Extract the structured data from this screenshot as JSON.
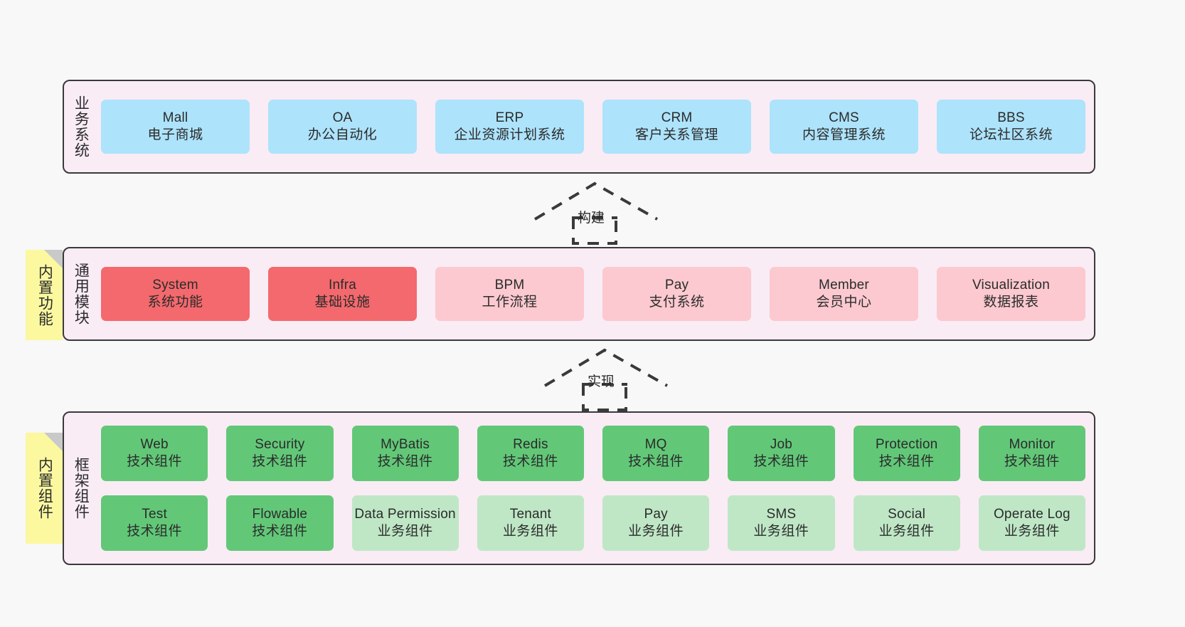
{
  "layers": [
    {
      "id": "business",
      "title": "业务系统",
      "rows": [
        {
          "nodes": [
            {
              "title": "Mall",
              "sub": "电子商城",
              "color": "blue"
            },
            {
              "title": "OA",
              "sub": "办公自动化",
              "color": "blue"
            },
            {
              "title": "ERP",
              "sub": "企业资源计划系统",
              "color": "blue"
            },
            {
              "title": "CRM",
              "sub": "客户关系管理",
              "color": "blue"
            },
            {
              "title": "CMS",
              "sub": "内容管理系统",
              "color": "blue"
            },
            {
              "title": "BBS",
              "sub": "论坛社区系统",
              "color": "blue"
            }
          ]
        }
      ]
    },
    {
      "id": "common",
      "title": "通用模块",
      "rows": [
        {
          "nodes": [
            {
              "title": "System",
              "sub": "系统功能",
              "color": "red"
            },
            {
              "title": "Infra",
              "sub": "基础设施",
              "color": "red"
            },
            {
              "title": "BPM",
              "sub": "工作流程",
              "color": "pink"
            },
            {
              "title": "Pay",
              "sub": "支付系统",
              "color": "pink"
            },
            {
              "title": "Member",
              "sub": "会员中心",
              "color": "pink"
            },
            {
              "title": "Visualization",
              "sub": "数据报表",
              "color": "pink"
            }
          ]
        }
      ]
    },
    {
      "id": "frame",
      "title": "框架组件",
      "rows": [
        {
          "nodes": [
            {
              "title": "Web",
              "sub": "技术组件",
              "color": "green"
            },
            {
              "title": "Security",
              "sub": "技术组件",
              "color": "green"
            },
            {
              "title": "MyBatis",
              "sub": "技术组件",
              "color": "green"
            },
            {
              "title": "Redis",
              "sub": "技术组件",
              "color": "green"
            },
            {
              "title": "MQ",
              "sub": "技术组件",
              "color": "green"
            },
            {
              "title": "Job",
              "sub": "技术组件",
              "color": "green"
            },
            {
              "title": "Protection",
              "sub": "技术组件",
              "color": "green"
            },
            {
              "title": "Monitor",
              "sub": "技术组件",
              "color": "green"
            }
          ]
        },
        {
          "nodes": [
            {
              "title": "Test",
              "sub": "技术组件",
              "color": "green"
            },
            {
              "title": "Flowable",
              "sub": "技术组件",
              "color": "green"
            },
            {
              "title": "Data Permission",
              "sub": "业务组件",
              "color": "lgreen"
            },
            {
              "title": "Tenant",
              "sub": "业务组件",
              "color": "lgreen"
            },
            {
              "title": "Pay",
              "sub": "业务组件",
              "color": "lgreen"
            },
            {
              "title": "SMS",
              "sub": "业务组件",
              "color": "lgreen"
            },
            {
              "title": "Social",
              "sub": "业务组件",
              "color": "lgreen"
            },
            {
              "title": "Operate Log",
              "sub": "业务组件",
              "color": "lgreen"
            }
          ]
        }
      ]
    }
  ],
  "notes": [
    {
      "id": "functions",
      "label": "内置功能"
    },
    {
      "id": "components",
      "label": "内置组件"
    }
  ],
  "arrows": [
    {
      "id": "build",
      "label": "构建"
    },
    {
      "id": "impl",
      "label": "实现"
    }
  ],
  "colors": {
    "canvas": "#f8f8f8",
    "layer_bg": "#f9ecf5",
    "layer_border": "#3a3a3a",
    "note_bg": "#fbf8a0",
    "note_fold": "#c9c9c9",
    "blue": "#ade3fb",
    "red": "#f4696d",
    "pink": "#fbc9cf",
    "green": "#62c878",
    "light_green": "#bfe7c6",
    "text": "#2b2b2b"
  }
}
